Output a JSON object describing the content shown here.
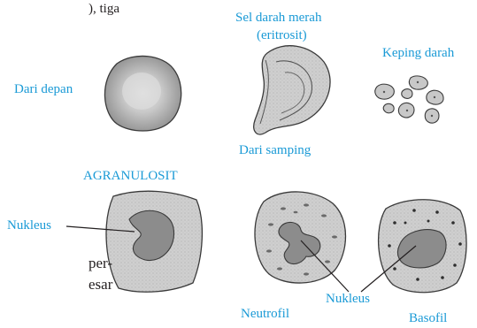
{
  "labels": {
    "top_partial": "), tiga",
    "rbc_title_line1": "Sel darah merah",
    "rbc_title_line2": "(eritrosit)",
    "front_view": "Dari depan",
    "side_view": "Dari samping",
    "platelets": "Keping darah",
    "agranulocyte": "AGRANULOSIT",
    "nucleus_left": "Nukleus",
    "nucleus_right": "Nukleus",
    "neutrophil": "Neutrofil",
    "basophil": "Basofil",
    "left_fragment_1": "per-",
    "left_fragment_2": "esar"
  },
  "colors": {
    "label_blue": "#1a9ad6",
    "text_black": "#231f20",
    "cell_fill": "#cfcfcf",
    "nucleus_fill": "#8c8c8c",
    "outline": "#3a3a3a"
  }
}
